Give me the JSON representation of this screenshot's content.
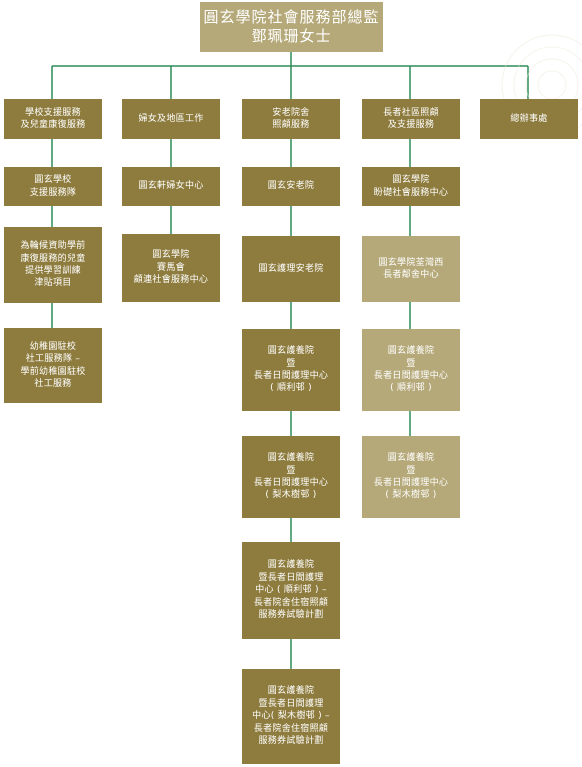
{
  "colors": {
    "line": "#2e8b57",
    "box_dark": "#8e7c3e",
    "box_light": "#b5a97a",
    "text": "#ffffff"
  },
  "root": "圓玄學院社會服務部總監\n鄧珮珊女士",
  "departments": [
    {
      "title": "學校支援服務\n及兒童康復服務",
      "units": [
        "圓玄學校\n支援服務隊",
        "為輪候資助學前\n康復服務的兒童\n提供學習訓練\n津貼項目",
        "幼稚園駐校\n社工服務隊 –\n學前幼稚園駐校\n社工服務"
      ]
    },
    {
      "title": "婦女及地區工作",
      "units": [
        "圓玄軒婦女中心",
        "圓玄學院\n賽馬會\n顧連社會服務中心"
      ]
    },
    {
      "title": "安老院舍\n照顧服務",
      "units": [
        "圓玄安老院",
        "圓玄護理安老院",
        "圓玄護養院\n暨\n長者日間護理中心\n( 順利邨 )",
        "圓玄護養院\n暨\n長者日間護理中心\n( 梨木樹邨 )",
        "圓玄護養院\n暨長者日間護理\n中心 ( 順利邨 ) –\n長者院舍住宿照顧\n服務券試驗計劃",
        "圓玄護養院\n暨長者日間護理\n中心( 梨木樹邨 ) –\n長者院舍住宿照顧\n服務券試驗計劃"
      ]
    },
    {
      "title": "長者社區照顧\n及支援服務",
      "units": [
        "圓玄學院\n盼礎社會服務中心",
        "圓玄學院荃灣西\n長者鄰舍中心",
        "圓玄護養院\n暨\n長者日間護理中心\n( 順利邨 )",
        "圓玄護養院\n暨\n長者日間護理中心\n( 梨木樹邨 )"
      ]
    },
    {
      "title": "總辦事處",
      "units": []
    }
  ]
}
